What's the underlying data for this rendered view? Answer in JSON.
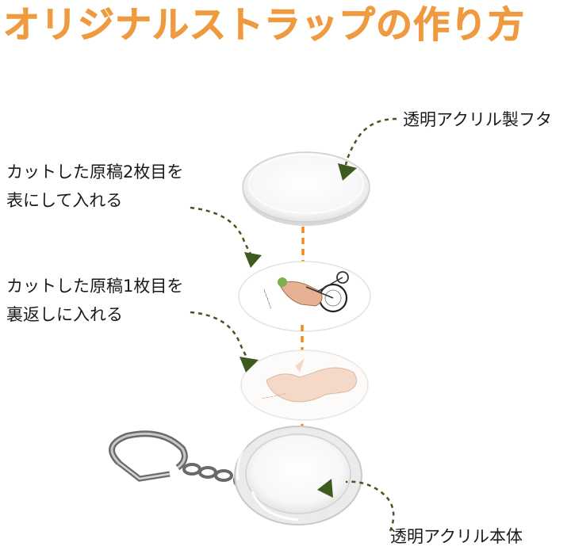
{
  "title": "オリジナルストラップの作り方",
  "labels": {
    "top_cover": "透明アクリル製フタ",
    "second_sheet_line1": "カットした原稿2枚目を",
    "second_sheet_line2": "表にして入れる",
    "first_sheet_line1": "カットした原稿1枚目を",
    "first_sheet_line2": "裏返しに入れる",
    "base": "透明アクリル本体"
  },
  "colors": {
    "title": "#ef9a3e",
    "arrow_orange": "#f08a1e",
    "arrow_green": "#3f5a1e",
    "text": "#1a1a1a"
  },
  "icons": {
    "keyring": "keyring-clasp-icon",
    "bicycle_artwork": "bicycle-rider-illustration",
    "bird_artwork": "bird-illustration"
  }
}
